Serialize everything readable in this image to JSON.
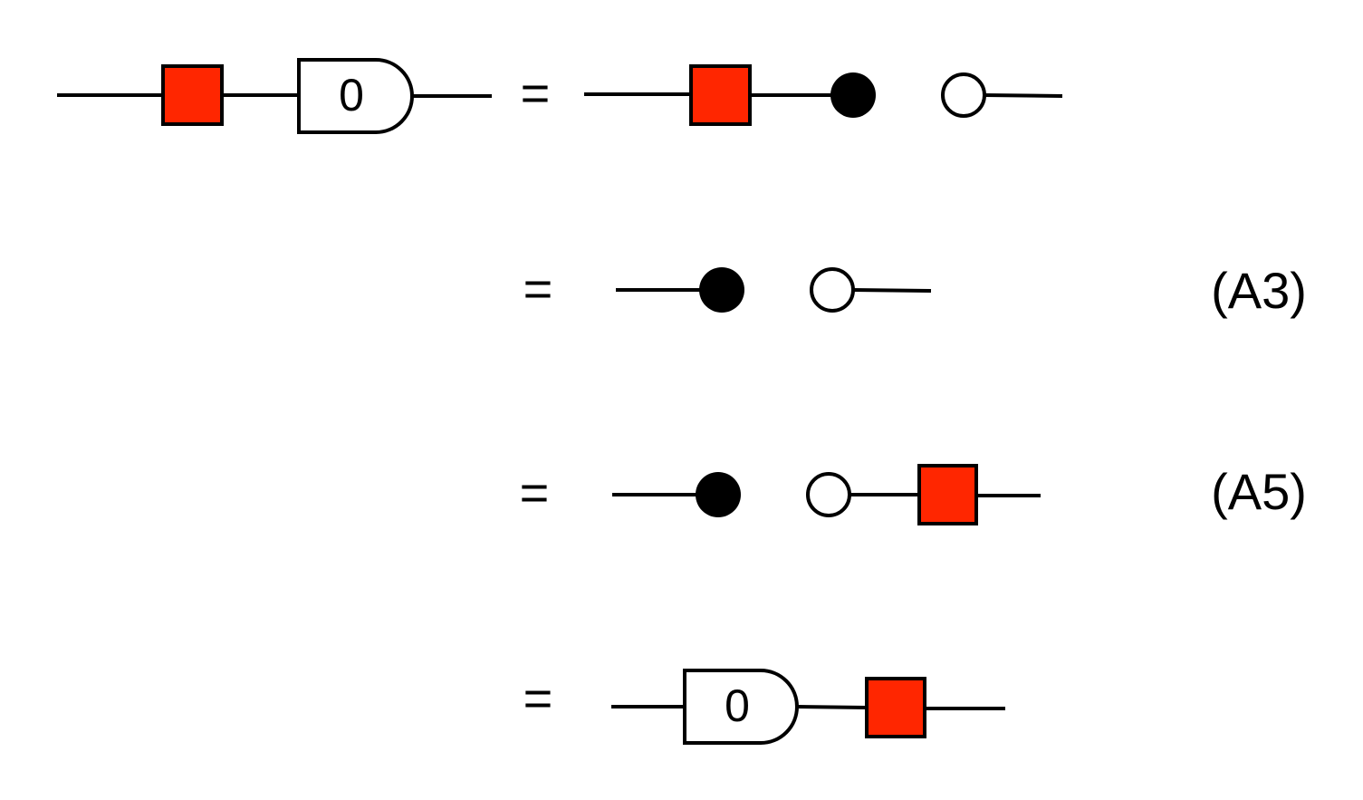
{
  "colors": {
    "box_fill": "#ff2600",
    "stroke": "#000000"
  },
  "gate_label": "0",
  "equals": "=",
  "rows": [
    {
      "ref": ""
    },
    {
      "ref": "(A3)"
    },
    {
      "ref": "(A5)"
    },
    {
      "ref": ""
    }
  ]
}
